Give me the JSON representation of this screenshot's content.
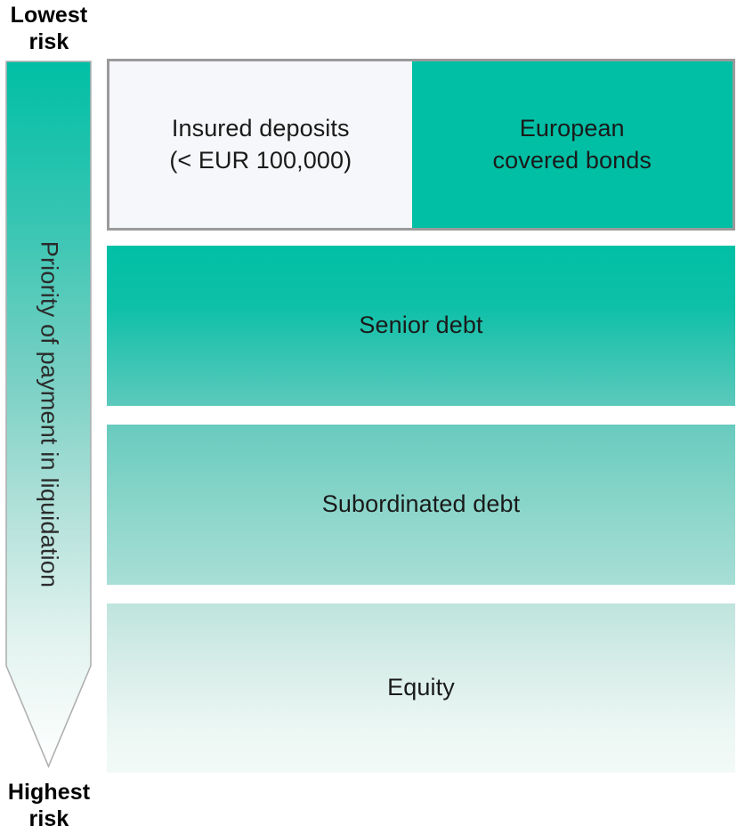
{
  "diagram": {
    "title": "Bank creditor hierarchy / priority of payment in liquidation",
    "risk_axis": {
      "top_label": "Lowest\nrisk",
      "bottom_label": "Highest\nrisk",
      "arrow_label": "Priority of payment in liquidation",
      "gradient_from": "#00bfa5",
      "gradient_to": "#ffffff",
      "border_color": "#b0b0b0"
    },
    "tiers": [
      {
        "id": "insured-deposits",
        "label": "Insured deposits\n(< EUR 100,000)",
        "fill": "#f6f7fa",
        "border": "#9a9a9a",
        "rank": 1
      },
      {
        "id": "european-covered-bonds",
        "label": "European\ncovered bonds",
        "fill": "#00bfa5",
        "border": "#9a9a9a",
        "rank": 1
      },
      {
        "id": "senior-debt",
        "label": "Senior debt",
        "fill_top": "#00bfa5",
        "fill_bottom": "#5cc9bc",
        "rank": 2
      },
      {
        "id": "subordinated-debt",
        "label": "Subordinated debt",
        "fill_top": "#68cbbe",
        "fill_bottom": "#a8ded6",
        "rank": 3
      },
      {
        "id": "equity",
        "label": "Equity",
        "fill_top": "#bfe4dd",
        "fill_bottom": "#f2faf7",
        "rank": 4
      }
    ]
  }
}
